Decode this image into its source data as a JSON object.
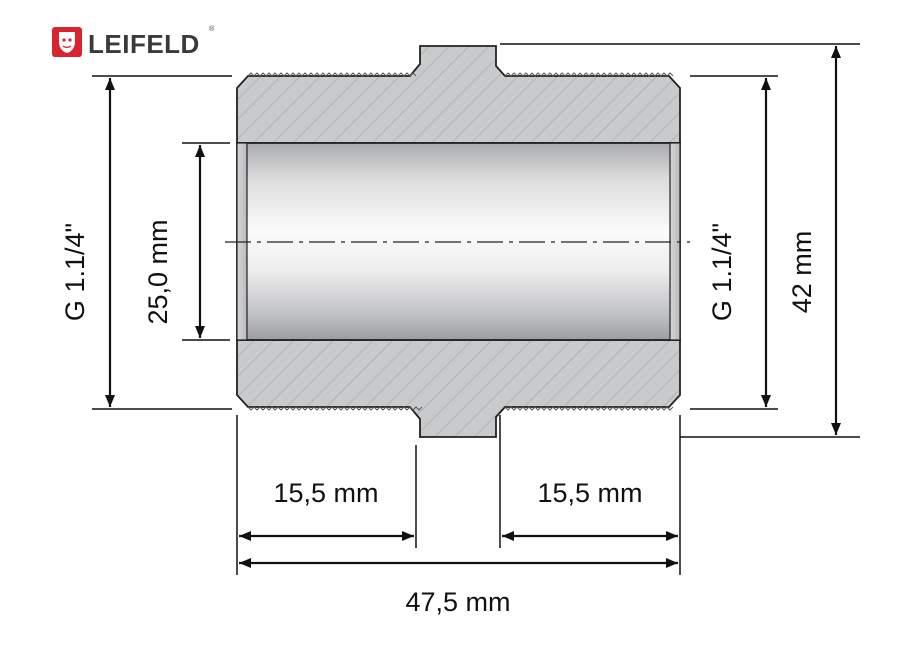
{
  "brand": {
    "name": "LEIFELD",
    "registered_mark": "®",
    "logo_color": "#d9232d"
  },
  "dimensions": {
    "left_thread": "G 1.1/4\"",
    "bore_diameter": "25,0 mm",
    "right_thread": "G 1.1/4\"",
    "hex_size": "42 mm",
    "left_thread_length": "15,5 mm",
    "right_thread_length": "15,5 mm",
    "overall_length": "47,5 mm"
  },
  "colors": {
    "body": "#c9cacc",
    "hatch": "#a3a4a6",
    "outline": "#222222",
    "bore_light": "#fafafa",
    "bore_dark": "#a8a9ab"
  }
}
